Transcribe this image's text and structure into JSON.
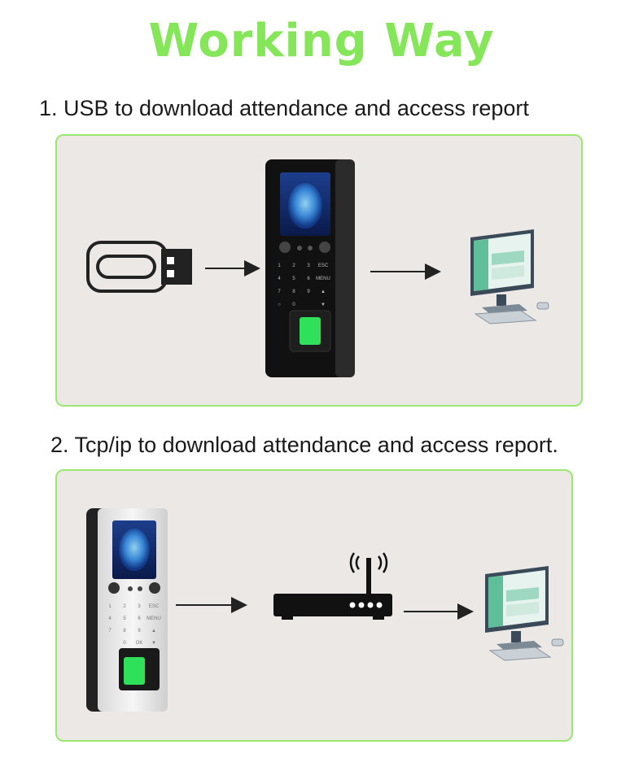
{
  "title": "Working Way",
  "steps": [
    {
      "label": "1. USB to download attendance and access report"
    },
    {
      "label": "2. Tcp/ip to download attendance and access report."
    }
  ],
  "keypad_black": [
    "1",
    "2",
    "3",
    "ESC",
    "4",
    "5",
    "6",
    "MENU",
    "7",
    "8",
    "9",
    "▲",
    "○",
    "0",
    "",
    "▼"
  ],
  "keypad_silver": [
    "1",
    "2",
    "3",
    "ESC",
    "4",
    "5",
    "6",
    "MENU",
    "7",
    "8",
    "9",
    "▲",
    "",
    "0",
    "OK",
    "▼"
  ],
  "colors": {
    "title": "#86e65a",
    "panel_border": "#9be870",
    "panel_bg": "#ebe8e5",
    "fingerprint": "#2ee05a"
  }
}
